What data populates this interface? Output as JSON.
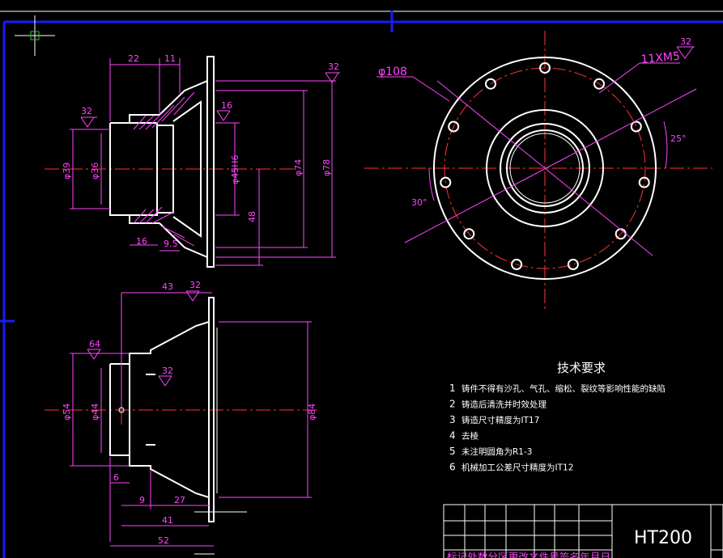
{
  "view1": {
    "dim_22": "22",
    "dim_11": "11",
    "dim_32a": "32",
    "dim_32b": "32",
    "dim_16a": "16",
    "dim_d39": "φ39",
    "dim_d36": "φ36",
    "dim_d45": "φ45H6",
    "dim_d74": "φ74",
    "dim_d78": "φ78",
    "dim_48": "48",
    "dim_16b": "16",
    "dim_95": "9.5"
  },
  "view2": {
    "dim_43": "43",
    "dim_32": "32",
    "dim_64a": "64",
    "dim_32b": "32",
    "dim_d54": "φ54",
    "dim_d44": "φ44",
    "dim_d84": "φ84",
    "dim_6": "6",
    "dim_9": "9",
    "dim_27": "27",
    "dim_41": "41",
    "dim_52": "52"
  },
  "view3": {
    "dim_d108": "φ108",
    "dim_11xm5": "11XM5",
    "dim_32": "32",
    "dim_25deg": "25°",
    "dim_30deg": "30°"
  },
  "tech": {
    "title": "技术要求",
    "items": [
      {
        "num": "1",
        "text": "铸件不得有沙孔、气孔、缩松、裂纹等影响性能的缺陷"
      },
      {
        "num": "2",
        "text": "铸造后清洗并时效处理"
      },
      {
        "num": "3",
        "text": "铸造尺寸精度为IT17"
      },
      {
        "num": "4",
        "text": "去棱"
      },
      {
        "num": "5",
        "text": "未注明圆角为R1-3"
      },
      {
        "num": "6",
        "text": "机械加工公差尺寸精度为IT12"
      }
    ]
  },
  "title_block": {
    "material": "HT200",
    "header_row": "标记处数分区更改文件号签名年月日"
  }
}
